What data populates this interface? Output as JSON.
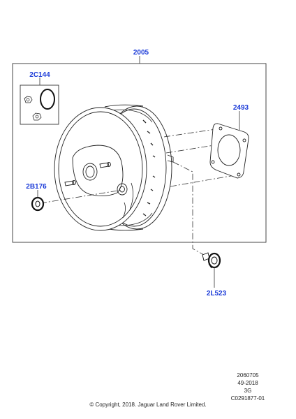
{
  "callouts": {
    "assembly": "2005",
    "seal_kit": "2C144",
    "gasket": "2493",
    "grommet": "2B176",
    "check_valve": "2L523"
  },
  "footer": {
    "drawing_number": "2060705",
    "date_code": "49-2018",
    "sheet": "3G",
    "image_code": "C0291877-01",
    "copyright": "© Copyright, 2018. Jaguar Land Rover Limited."
  },
  "colors": {
    "callout_text": "#1a3ad8",
    "line": "#222222"
  }
}
